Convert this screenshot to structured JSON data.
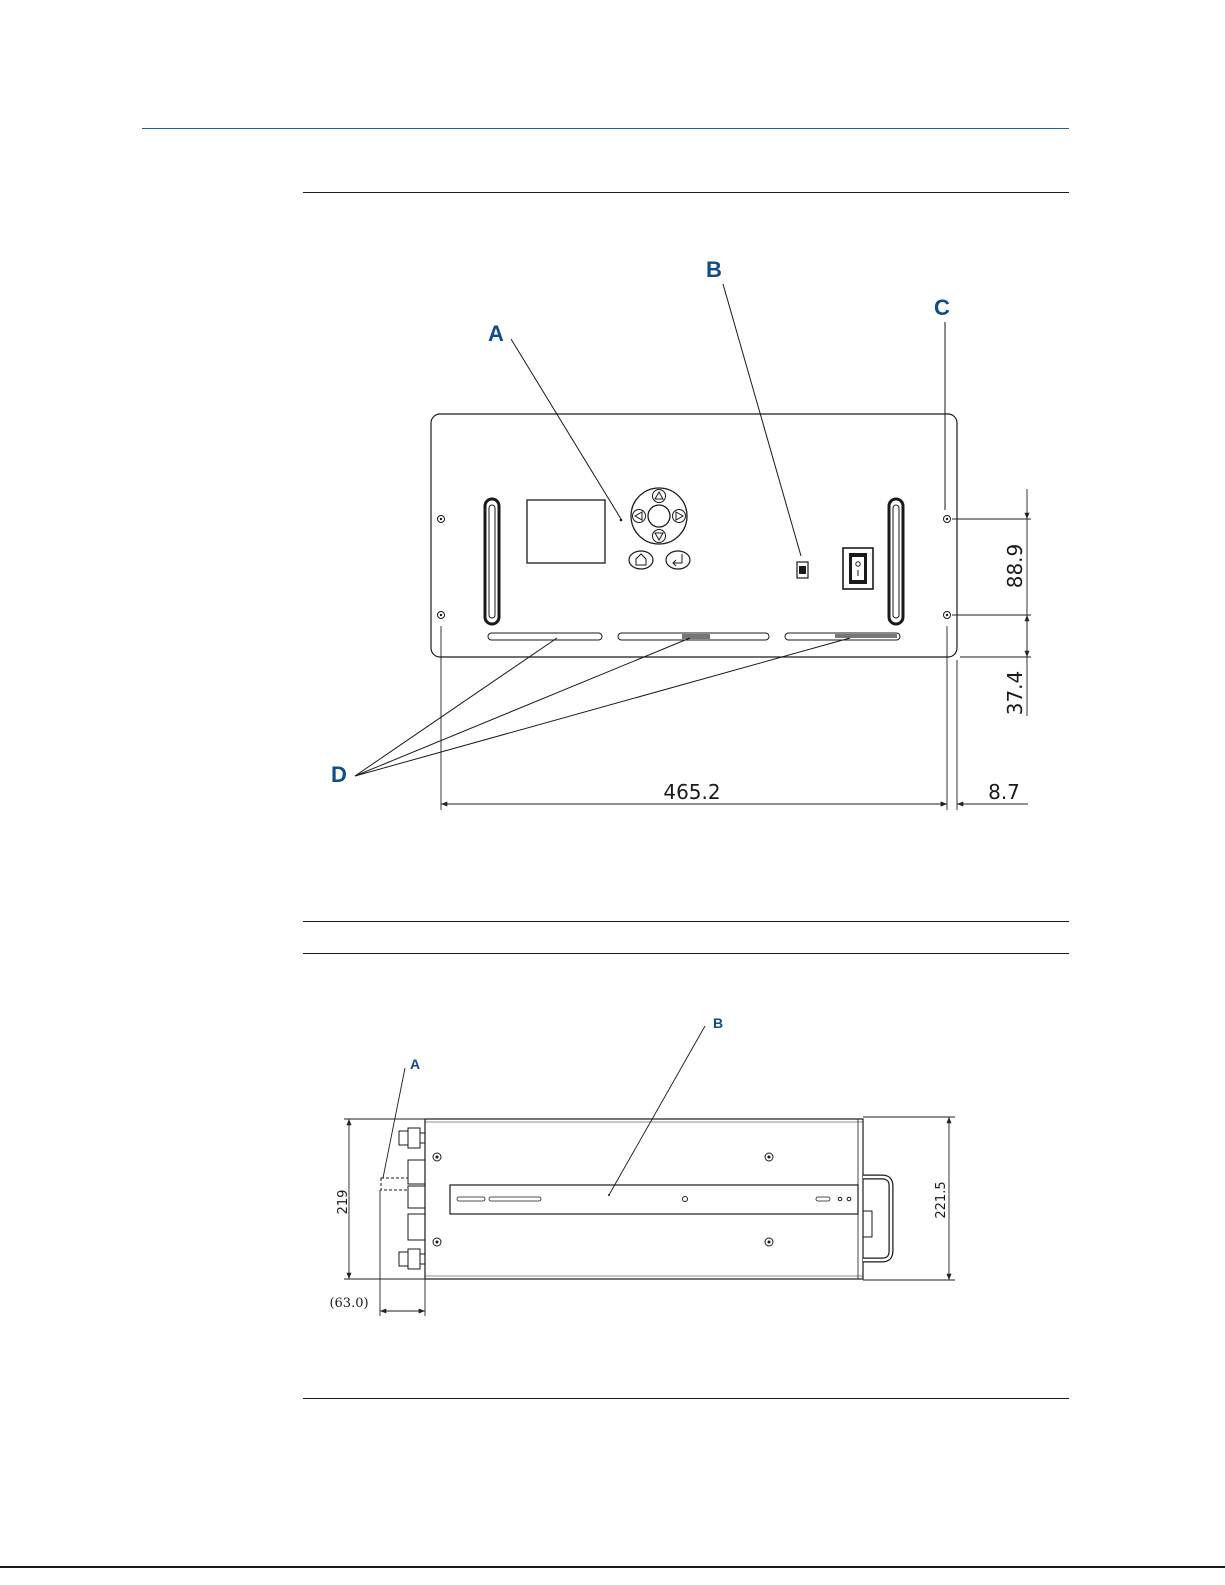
{
  "colors": {
    "header_rule": "#1f5fa0",
    "callout": "#0f4c8a",
    "line": "#1a1a1a",
    "dim_line": "#222222",
    "bg": "#ffffff"
  },
  "front_view": {
    "callouts": {
      "a": "A",
      "b": "B",
      "c": "C",
      "d": "D"
    },
    "dimensions": {
      "width": "465.2",
      "offset": "8.7",
      "hole_spacing": "88.9",
      "bottom_offset": "37.4"
    },
    "icons": [
      "up-arrow-icon",
      "down-arrow-icon",
      "left-arrow-icon",
      "right-arrow-icon",
      "home-icon",
      "enter-icon",
      "usb-port-icon",
      "power-switch-icon"
    ]
  },
  "top_view": {
    "callouts": {
      "a": "A",
      "b": "B"
    },
    "dimensions": {
      "height_left": "219",
      "height_right": "221.5",
      "depth_front": "(63.0)"
    }
  }
}
